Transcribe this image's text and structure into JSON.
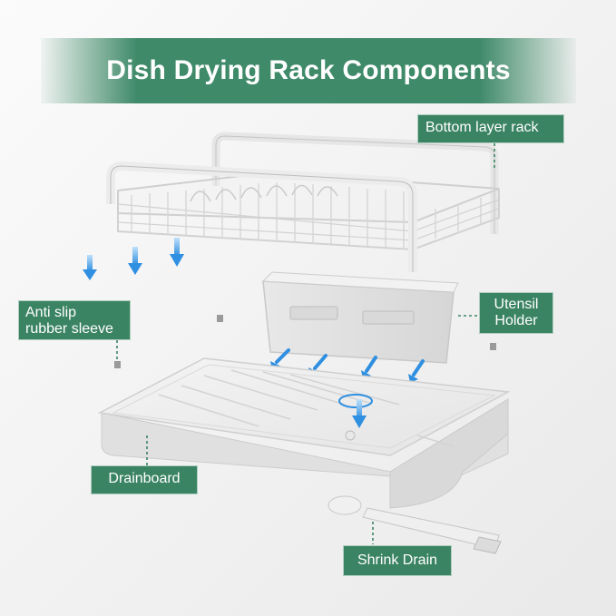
{
  "title": "Dish Drying Rack Components",
  "labels": {
    "bottom_layer_rack": "Bottom layer rack",
    "anti_slip_line1": "Anti slip",
    "anti_slip_line2": "rubber sleeve",
    "utensil_line1": "Utensil",
    "utensil_line2": "Holder",
    "drainboard": "Drainboard",
    "shrink_drain": "Shrink Drain"
  },
  "colors": {
    "accent_green": "#3b8463",
    "arrow_blue": "#2f8fe0"
  }
}
